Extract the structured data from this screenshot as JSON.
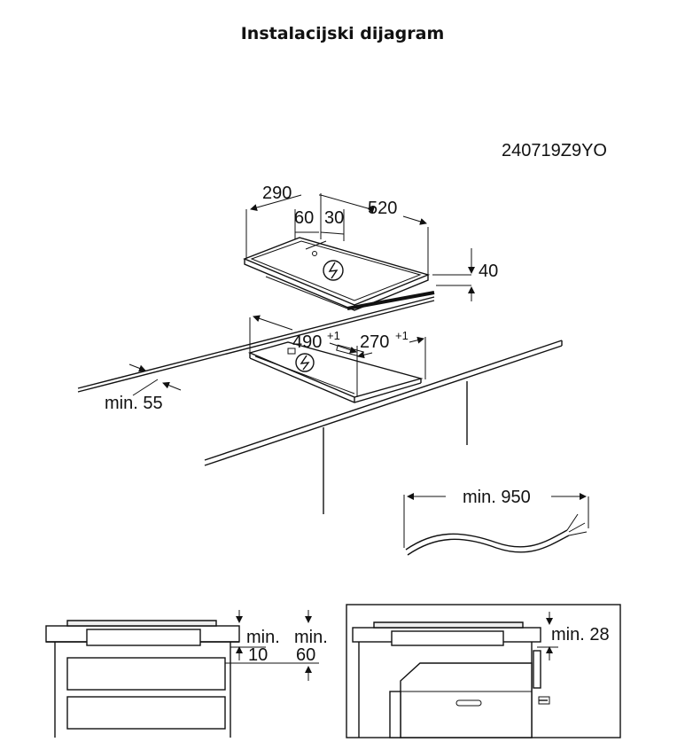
{
  "header": {
    "title": "Instalacijski dijagram"
  },
  "diagram": {
    "code": "240719Z9YO",
    "hob": {
      "depth": "290",
      "width": "520",
      "offset_a": "60",
      "offset_b": "30",
      "thickness": "40"
    },
    "cutout": {
      "width": "490",
      "width_tol": "+1",
      "depth": "270",
      "depth_tol": "+1",
      "min_edge": "min. 55"
    },
    "cable": {
      "min_length": "min. 950"
    },
    "section_left": {
      "gap_label_1": "min.",
      "gap_value_1": "10",
      "gap_label_2": "min.",
      "gap_value_2": "60"
    },
    "section_right": {
      "gap": "min. 28"
    }
  }
}
